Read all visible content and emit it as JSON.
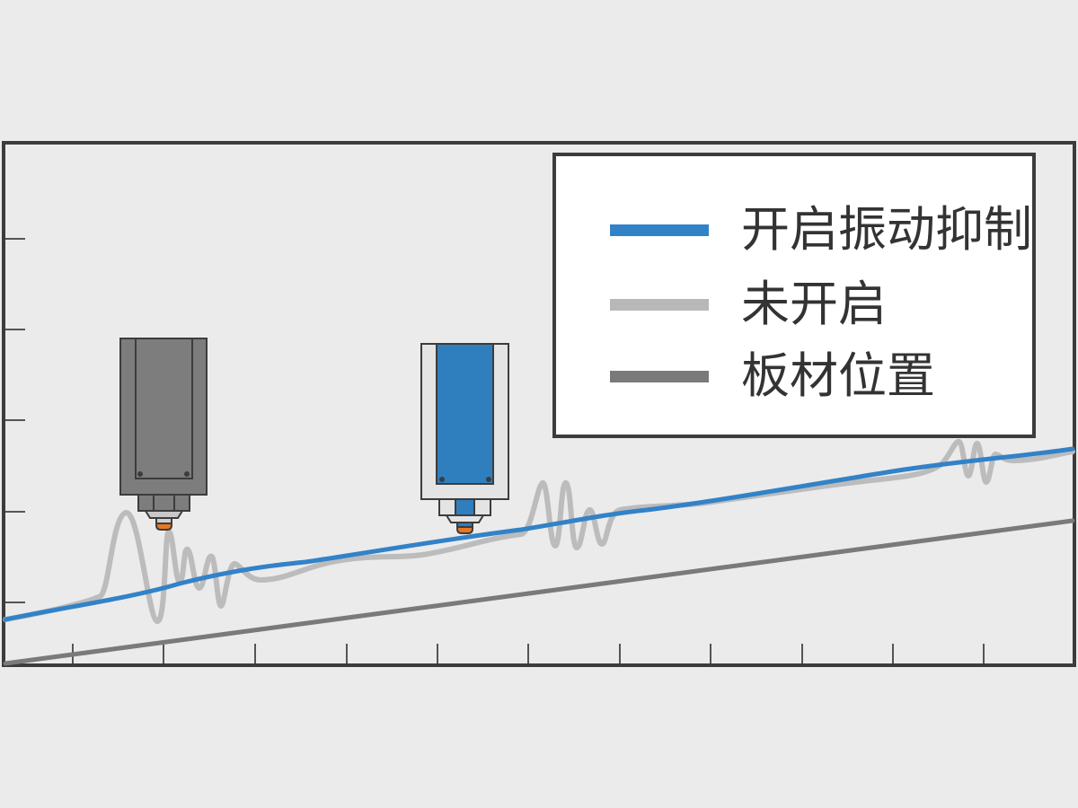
{
  "colors": {
    "background": "#ebebeb",
    "axis": "#3c3c3c",
    "suppression_on": "#3282c8",
    "suppression_off": "#b8b8b8",
    "plate": "#7a7a7a",
    "nozzle_tip": "#e87722",
    "head_dark": "#7d7d7d",
    "head_blue": "#2f7fbf",
    "head_light": "#e4e4e4"
  },
  "legend": {
    "items": [
      {
        "label": "开启振动抑制",
        "color": "#3282c8"
      },
      {
        "label": "未开启",
        "color": "#b8b8b8"
      },
      {
        "label": "板材位置",
        "color": "#7a7a7a"
      }
    ]
  },
  "heads": [
    {
      "name": "head-without-suppression",
      "style": "gray"
    },
    {
      "name": "head-with-suppression",
      "style": "blue"
    }
  ],
  "chart_data": {
    "type": "line",
    "title": "",
    "xlabel": "",
    "ylabel": "",
    "x_ticks": 11,
    "y_ticks": 5,
    "grid": false,
    "legend_position": "upper right",
    "series": [
      {
        "name": "开启振动抑制",
        "description": "smooth rising line following plate with constant offset",
        "x": [
          0,
          100,
          200,
          300,
          400,
          500,
          600,
          700,
          800,
          900,
          1000,
          1100,
          1190
        ],
        "y": [
          0.28,
          0.31,
          0.36,
          0.4,
          0.43,
          0.46,
          0.5,
          0.55,
          0.57,
          0.6,
          0.63,
          0.66,
          0.7
        ]
      },
      {
        "name": "未开启",
        "description": "rising line with damped oscillations at ~130-260, ~600-680, ~1050-1100",
        "x": [
          0,
          110,
          140,
          180,
          210,
          240,
          270,
          300,
          400,
          500,
          590,
          610,
          630,
          650,
          670,
          700,
          800,
          1000,
          1060,
          1080,
          1100,
          1190
        ],
        "y": [
          0.28,
          0.35,
          0.56,
          0.28,
          0.48,
          0.32,
          0.42,
          0.38,
          0.41,
          0.45,
          0.49,
          0.62,
          0.45,
          0.62,
          0.46,
          0.56,
          0.57,
          0.64,
          0.74,
          0.62,
          0.69,
          0.71
        ]
      },
      {
        "name": "板材位置",
        "description": "straight rising line",
        "x": [
          0,
          1190
        ],
        "y": [
          0.0,
          0.45
        ]
      }
    ]
  }
}
